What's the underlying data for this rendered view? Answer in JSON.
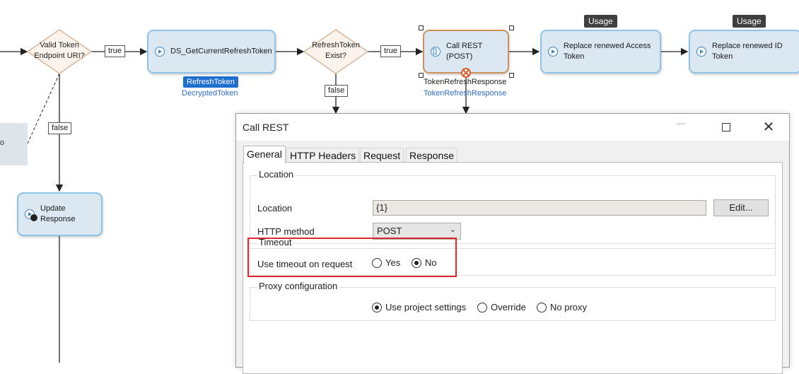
{
  "flow": {
    "decision1": {
      "label_line1": "Valid Token",
      "label_line2": "Endpoint URI?"
    },
    "edge_true_1": "true",
    "edge_false_1": "false",
    "action1": {
      "label": "DS_GetCurrentRefreshToken",
      "var_badge": "RefreshToken",
      "var_name": "DecryptedToken"
    },
    "decision2": {
      "label_line1": "RefreshToken",
      "label_line2": "Exist?"
    },
    "edge_true_2": "true",
    "edge_false_2": "false",
    "action2": {
      "label": "Call REST (POST)",
      "output_name": "TokenRefreshResponse",
      "var_name": "TokenRefreshResponse"
    },
    "action3": {
      "label_line1": "Replace renewed Access",
      "label_line2": "Token",
      "usage": "Usage"
    },
    "action4": {
      "label_line1": "Replace renewed ID",
      "label_line2": "Token",
      "usage": "Usage"
    },
    "action5": {
      "label_line1": "Update",
      "label_line2": "Response"
    },
    "annotation_text": "o"
  },
  "dialog": {
    "title": "Call REST",
    "minimize_glyph": "—",
    "close_glyph": "✕",
    "tabs": [
      "General",
      "HTTP Headers",
      "Request",
      "Response"
    ],
    "active_tab": "General",
    "location_group": {
      "title": "Location",
      "location_label": "Location",
      "location_value": "{1}",
      "edit_button": "Edit...",
      "method_label": "HTTP method",
      "method_value": "POST",
      "chevron": "⌵"
    },
    "timeout_group": {
      "title": "Timeout",
      "label": "Use timeout on request",
      "options": [
        "Yes",
        "No"
      ],
      "selected": "No"
    },
    "proxy_group": {
      "title": "Proxy configuration",
      "options": [
        "Use project settings",
        "Override",
        "No proxy"
      ],
      "selected": "Use project settings"
    }
  },
  "colors": {
    "highlight": "#e0262b",
    "node_fill": "#dbe7f1",
    "node_border": "#8fc2e8",
    "badge": "#1f6fd1"
  }
}
